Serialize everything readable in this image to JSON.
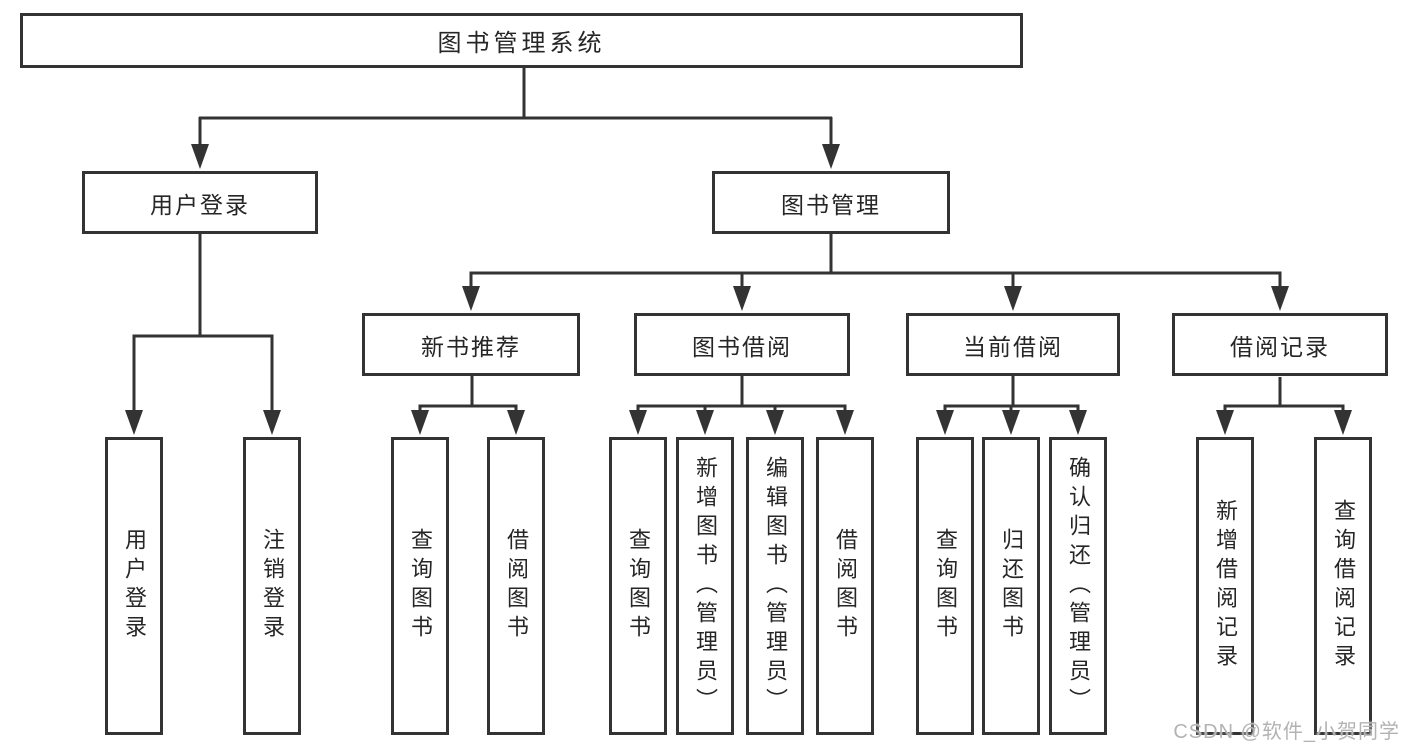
{
  "diagram": {
    "root": "图书管理系统",
    "level2": {
      "user_login": "用户登录",
      "book_mgmt": "图书管理"
    },
    "level3": {
      "new_books": "新书推荐",
      "book_borrow": "图书借阅",
      "current_borrow": "当前借阅",
      "borrow_history": "借阅记录"
    },
    "leaves": {
      "user_login": [
        "用户登录",
        "注销登录"
      ],
      "new_books": [
        "查询图书",
        "借阅图书"
      ],
      "book_borrow": [
        "查询图书",
        "新增图书（管理员）",
        "编辑图书（管理员）",
        "借阅图书"
      ],
      "current_borrow": [
        "查询图书",
        "归还图书",
        "确认归还（管理员）"
      ],
      "borrow_history": [
        "新增借阅记录",
        "查询借阅记录"
      ]
    }
  },
  "watermark": "CSDN @软件_小贺同学",
  "colors": {
    "line": "#333333",
    "text": "#262626",
    "box_background": "#ffffff",
    "page_background": "#ffffff",
    "watermark": "#b3b3b3"
  }
}
